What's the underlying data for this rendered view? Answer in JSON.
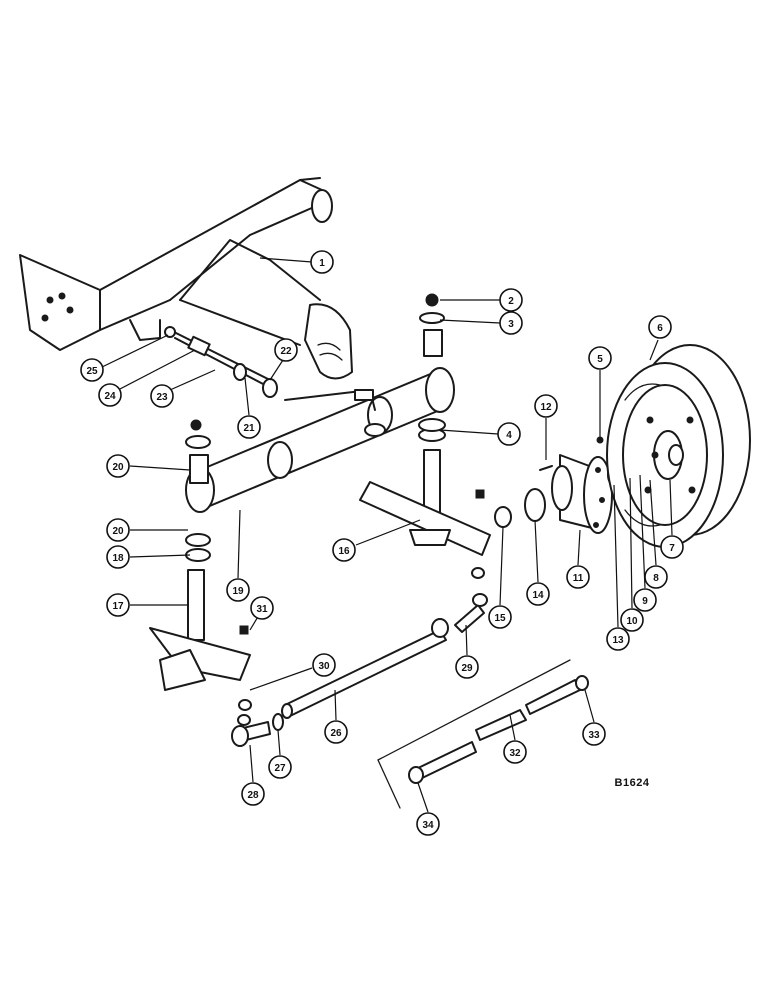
{
  "diagram": {
    "drawing_id": "B1624",
    "callouts": [
      {
        "id": "1",
        "label": "1"
      },
      {
        "id": "2",
        "label": "2"
      },
      {
        "id": "3",
        "label": "3"
      },
      {
        "id": "4",
        "label": "4"
      },
      {
        "id": "5",
        "label": "5"
      },
      {
        "id": "6",
        "label": "6"
      },
      {
        "id": "7",
        "label": "7"
      },
      {
        "id": "8",
        "label": "8"
      },
      {
        "id": "9",
        "label": "9"
      },
      {
        "id": "10",
        "label": "10"
      },
      {
        "id": "11",
        "label": "11"
      },
      {
        "id": "12",
        "label": "12"
      },
      {
        "id": "13",
        "label": "13"
      },
      {
        "id": "14",
        "label": "14"
      },
      {
        "id": "15",
        "label": "15"
      },
      {
        "id": "16",
        "label": "16"
      },
      {
        "id": "17",
        "label": "17"
      },
      {
        "id": "18",
        "label": "18"
      },
      {
        "id": "19",
        "label": "19"
      },
      {
        "id": "20a",
        "label": "20"
      },
      {
        "id": "20b",
        "label": "20"
      },
      {
        "id": "21",
        "label": "21"
      },
      {
        "id": "22",
        "label": "22"
      },
      {
        "id": "23",
        "label": "23"
      },
      {
        "id": "24",
        "label": "24"
      },
      {
        "id": "25",
        "label": "25"
      },
      {
        "id": "26",
        "label": "26"
      },
      {
        "id": "27",
        "label": "27"
      },
      {
        "id": "28",
        "label": "28"
      },
      {
        "id": "29",
        "label": "29"
      },
      {
        "id": "30",
        "label": "30"
      },
      {
        "id": "31",
        "label": "31"
      },
      {
        "id": "32",
        "label": "32"
      },
      {
        "id": "33",
        "label": "33"
      },
      {
        "id": "34",
        "label": "34"
      }
    ]
  }
}
